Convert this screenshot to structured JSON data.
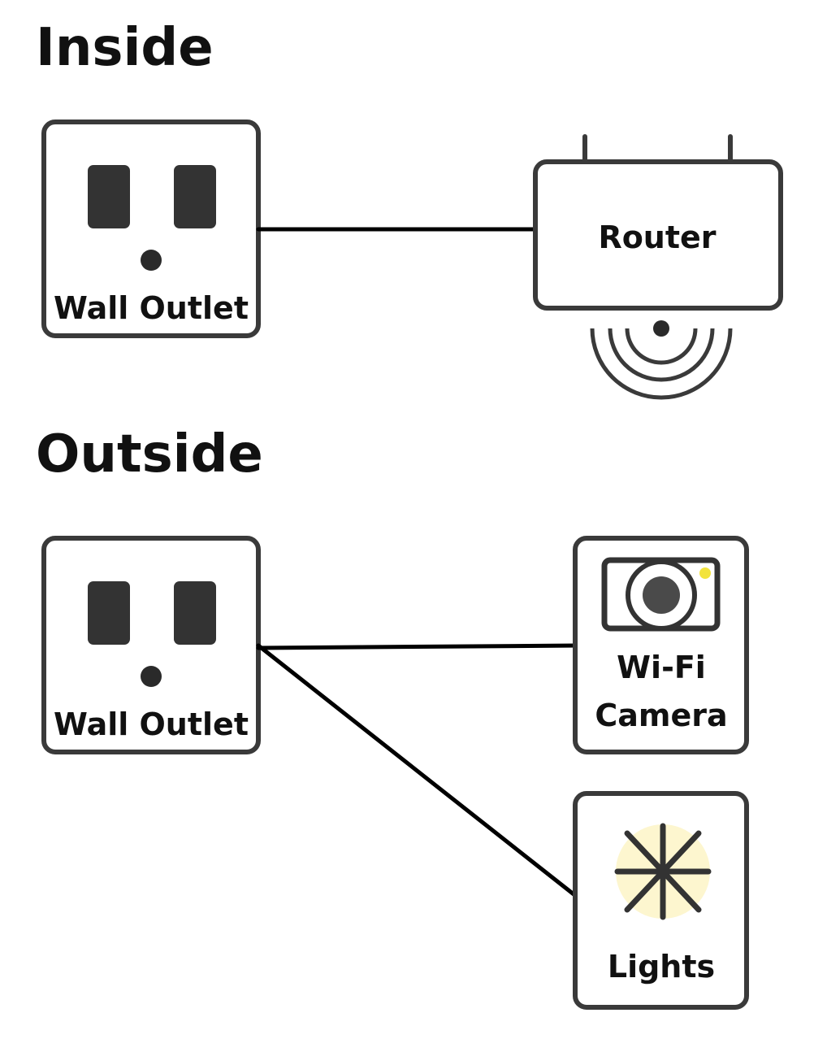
{
  "sections": {
    "inside": {
      "heading": "Inside"
    },
    "outside": {
      "heading": "Outside"
    }
  },
  "devices": {
    "inside_outlet": {
      "label": "Wall Outlet"
    },
    "router": {
      "label": "Router"
    },
    "outside_outlet": {
      "label": "Wall Outlet"
    },
    "camera": {
      "label_line1": "Wi-Fi",
      "label_line2": "Camera"
    },
    "lights": {
      "label": "Lights"
    }
  },
  "colors": {
    "stroke": "#3a3a3a",
    "wire": "#000000",
    "slot": "#333333",
    "camera_indicator": "#f2e33c",
    "light_glow": "#fdf6cf"
  },
  "icons": {
    "outlet": "outlet-icon",
    "router": "router-icon",
    "wifi": "wifi-signal-icon",
    "camera": "camera-icon",
    "light": "light-burst-icon"
  }
}
